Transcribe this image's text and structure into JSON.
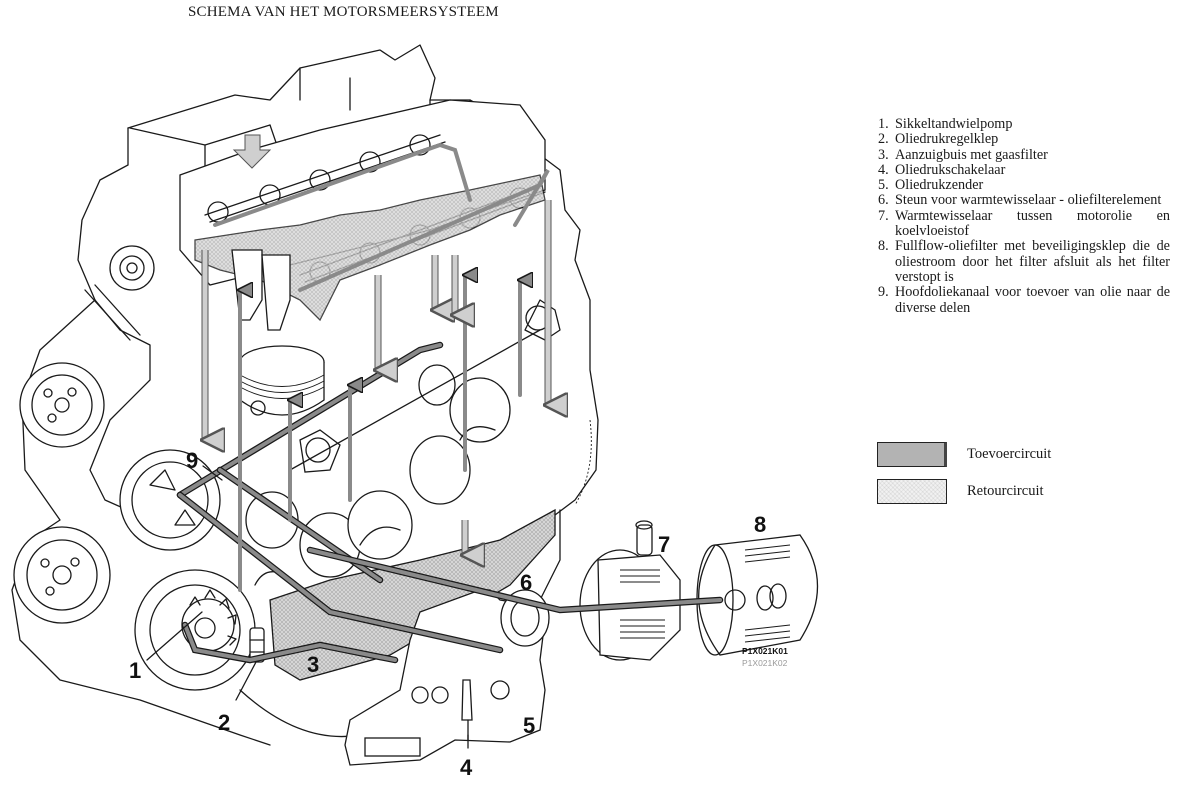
{
  "title": "SCHEMA VAN HET MOTORSMEERSYSTEEM",
  "parts": [
    {
      "num": "1.",
      "label": "Sikkeltandwielpomp"
    },
    {
      "num": "2.",
      "label": "Oliedrukregelklep"
    },
    {
      "num": "3.",
      "label": "Aanzuigbuis met gaasfilter"
    },
    {
      "num": "4.",
      "label": "Oliedrukschakelaar"
    },
    {
      "num": "5.",
      "label": "Oliedrukzender"
    },
    {
      "num": "6.",
      "label": "Steun voor warmtewisselaar - oliefilterelement"
    },
    {
      "num": "7.",
      "label": "Warmtewisselaar tussen motorolie en koelvloeistof"
    },
    {
      "num": "8.",
      "label": "Fullflow-oliefilter met beveiligingsklep die de oliestroom door het filter afsluit als het filter verstopt is"
    },
    {
      "num": "9.",
      "label": "Hoofdoliekanaal voor toevoer van olie naar de diverse delen"
    }
  ],
  "legend": [
    {
      "key": "supply",
      "label": "Toevoercircuit",
      "color": "#b3b3b3"
    },
    {
      "key": "return",
      "label": "Retourcircuit",
      "color": "#f1f1f1"
    }
  ],
  "callouts": [
    "1",
    "2",
    "3",
    "4",
    "5",
    "6",
    "7",
    "8",
    "9"
  ],
  "figure_codes": {
    "primary": "P1X021K01",
    "secondary": "P1X021K02"
  },
  "colors": {
    "line": "#1a1a1a",
    "supply": "#8a8a8a",
    "return": "#cfcfcf",
    "background": "#ffffff"
  }
}
